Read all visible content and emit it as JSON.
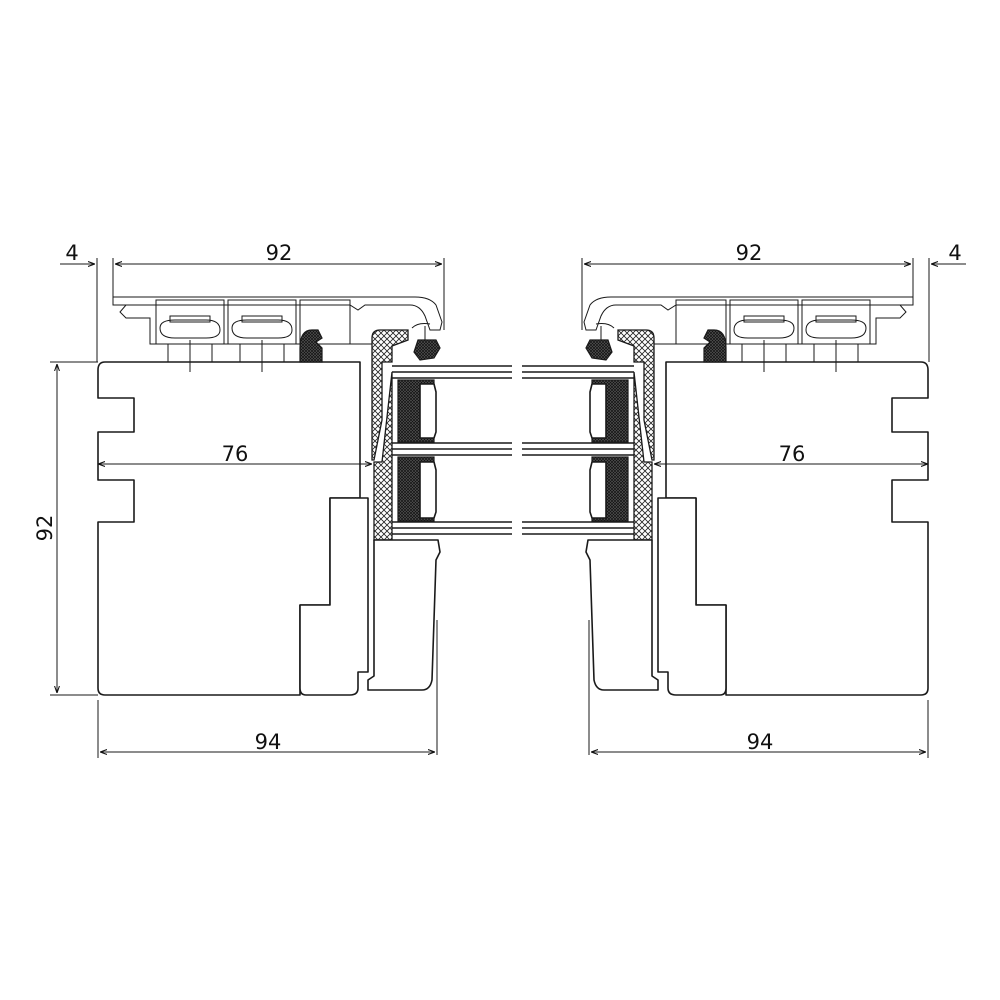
{
  "dimensions": {
    "left": {
      "overhang": "4",
      "top_width": "92",
      "inner_width": "76",
      "height": "92",
      "bottom_width": "94"
    },
    "right": {
      "overhang": "4",
      "top_width": "92",
      "inner_width": "76",
      "bottom_width": "94"
    }
  }
}
